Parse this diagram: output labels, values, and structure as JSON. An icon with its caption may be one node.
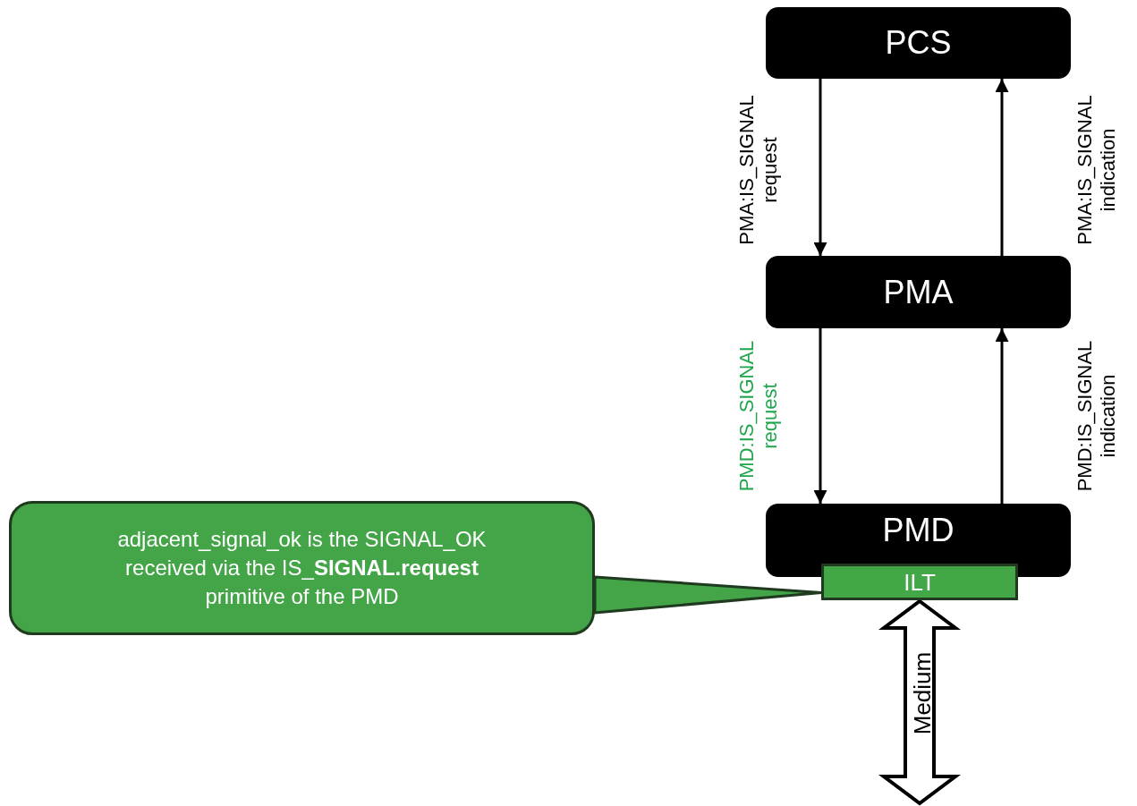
{
  "diagram": {
    "nodes": [
      {
        "text": [
          "PCS"
        ]
      },
      {
        "text": [
          "PMA"
        ]
      },
      {
        "text": [
          "PMD"
        ]
      },
      {
        "text": [
          "ILT"
        ]
      },
      {
        "text": [
          "adjacent_signal_ok is the SIGNAL_OK received via the IS_**SIGNAL.request** primitive of the PMD"
        ]
      }
    ],
    "edges": [
      {
        "from": 0,
        "to": 1,
        "arrow": "to",
        "label": "PMA:IS_SIGNAL request"
      },
      {
        "from": 1,
        "to": 0,
        "arrow": "to",
        "label": "PMA:IS_SIGNAL indication"
      },
      {
        "from": 1,
        "to": 2,
        "arrow": "to",
        "label": "PMD:IS_SIGNAL request"
      },
      {
        "from": 2,
        "to": 1,
        "arrow": "to",
        "label": "PMD:IS_SIGNAL indication"
      },
      {
        "from": 4,
        "to": 3,
        "arrow": "none"
      },
      {
        "from": 3,
        "to": null,
        "arrow": "both",
        "label": "Medium",
        "style": "thick"
      }
    ]
  }
}
